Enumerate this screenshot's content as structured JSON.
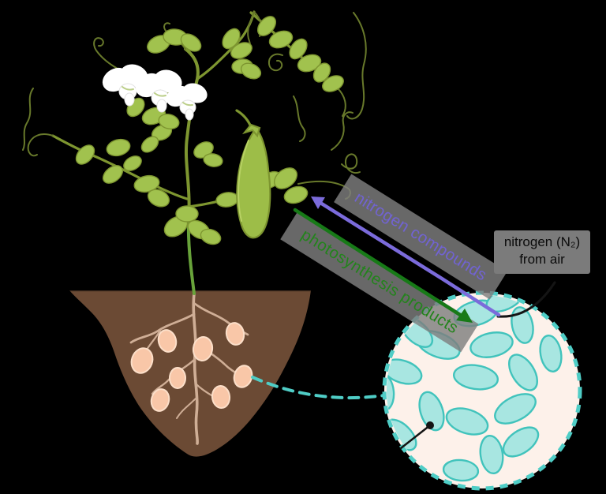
{
  "labels": {
    "nitrogen_compounds": "nitrogen compounds",
    "photosynthesis_products": "photosynthesis products",
    "nitrogen_air_line1": "nitrogen (N₂)",
    "nitrogen_air_line2": "from air"
  },
  "colors": {
    "background": "#000000",
    "leaf_fill": "#a1c24e",
    "leaf_edge": "#7d9530",
    "stem": "#7e9630",
    "stem_bright": "#68a33a",
    "tendril": "#68792b",
    "flower": "#ffffff",
    "flower_mark": "#bccf8a",
    "pod_fill": "#9dbd48",
    "pod_sheen": "#b8d264",
    "soil": "#6b4a34",
    "root": "#cfae96",
    "nodule_fill": "#f9c7a8",
    "nodule_edge": "#fcdfc9",
    "circle_fill": "#fdf1ea",
    "circle_border": "#4fcdc6",
    "bacteria_fill": "#a8e6e1",
    "bacteria_edge": "#41c3bc",
    "arrow_purple": "#7b6bdb",
    "arrow_purple_text": "#7163d2",
    "arrow_green": "#177a17",
    "arrow_green_text": "#23831c",
    "label_box": "rgba(127,127,127,0.82)",
    "n2_box": "#7b7b7b",
    "black_line": "#141414"
  }
}
